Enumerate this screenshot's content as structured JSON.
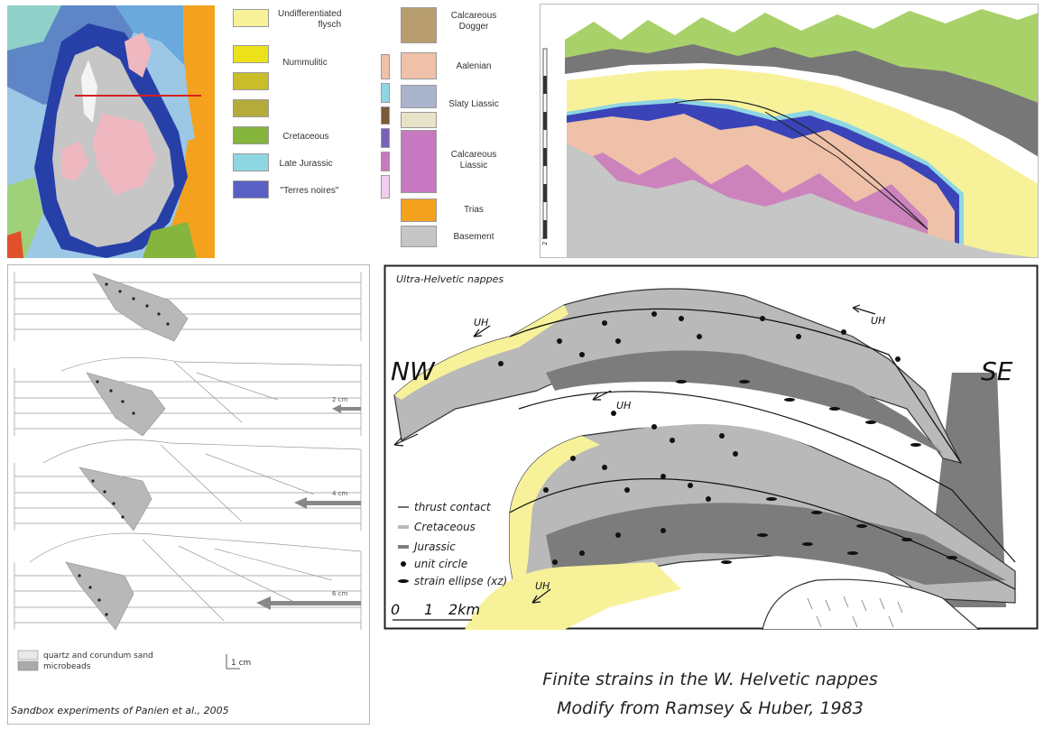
{
  "legend": {
    "col1": [
      {
        "label": "Undifferentiated flysch",
        "color": "#f7f29a"
      },
      {
        "label": "Nummulitic",
        "colors": [
          "#ece11a",
          "#c9bd2a",
          "#b5ab3a"
        ]
      },
      {
        "label": "Cretaceous",
        "color": "#86b53d"
      },
      {
        "label": "Late Jurassic",
        "color": "#8fd6e3"
      },
      {
        "label": "\"Terres noires\"",
        "color": "#5a5fc4"
      }
    ],
    "col2": [
      {
        "label": "Calcareous Dogger",
        "color": "#b89d6e"
      },
      {
        "label": "Aalenian",
        "color": "#efc1a8"
      },
      {
        "label": "Slaty Liassic",
        "color": "#a9b4cc"
      },
      {
        "label": "Calcareous Liassic",
        "color": "#c678c0"
      },
      {
        "label": "Trias",
        "color": "#f4a21d"
      },
      {
        "label": "Basement",
        "color": "#c6c6c6"
      }
    ]
  },
  "cross_section": {
    "scale_label": "2 km"
  },
  "sandbox": {
    "scale_labels": [
      "2 cm",
      "4 cm",
      "6 cm"
    ],
    "legend": [
      {
        "label": "quartz and corundum sand",
        "color": "#e8e8e8"
      },
      {
        "label": "microbeads",
        "color": "#a9a9a9"
      }
    ],
    "scale_bar": "1 cm",
    "caption": "Sandbox experiments of Panien et al., 2005"
  },
  "helvetic": {
    "title": "Ultra-Helvetic nappes",
    "nw": "NW",
    "se": "SE",
    "uh_label": "UH",
    "legend": [
      {
        "label": "thrust contact",
        "symbol": "line-thin"
      },
      {
        "label": "Cretaceous",
        "symbol": "line-light"
      },
      {
        "label": "Jurassic",
        "symbol": "line-dark"
      },
      {
        "label": "unit circle",
        "symbol": "dot"
      },
      {
        "label": "strain ellipse (xz)",
        "symbol": "dash"
      }
    ],
    "scale": {
      "zero": "0",
      "one": "1",
      "two": "2km"
    },
    "caption_line1": "Finite strains in the W. Helvetic nappes",
    "caption_line2": "Modify from Ramsey & Huber, 1983"
  },
  "colors": {
    "map_red_line": "#d62020",
    "basement": "#c6c6c6",
    "yellow": "#f7f29a",
    "helv_light": "#b9b9b9",
    "helv_dark": "#7c7c7c"
  }
}
